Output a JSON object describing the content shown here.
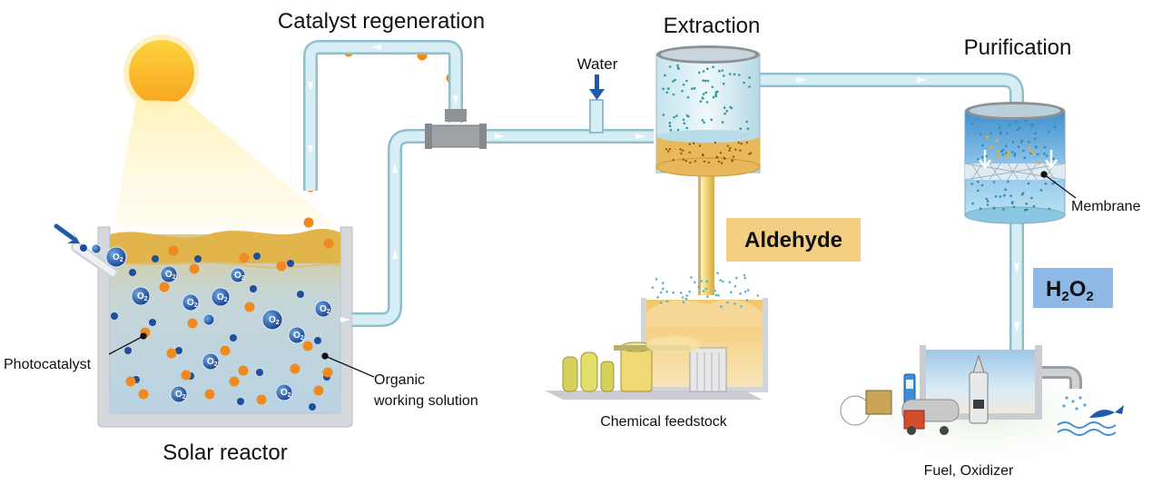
{
  "labels": {
    "catalyst_regeneration": "Catalyst regeneration",
    "extraction": "Extraction",
    "purification": "Purification",
    "water": "Water",
    "aldehyde": "Aldehyde",
    "h2o2_base": "H",
    "h2o2_sub1": "2",
    "h2o2_mid": "O",
    "h2o2_sub2": "2",
    "membrane": "Membrane",
    "photocatalyst": "Photocatalyst",
    "organic_line1": "Organic",
    "organic_line2": "working solution",
    "solar_reactor": "Solar reactor",
    "chemical_feedstock": "Chemical feedstock",
    "fuel_oxidizer": "Fuel, Oxidizer",
    "o2_symbol_base": "O",
    "o2_symbol_sub": "2"
  },
  "colors": {
    "sun": "#f7a823",
    "catalyst_particle": "#f08a1e",
    "o2_bubble": "#1e5aa8",
    "aldehyde_box": "#f3cf84",
    "h2o2_box": "#7aaee0",
    "pipe": "#b9dbe6",
    "organic_liquid": "#c9dbe6",
    "aldehyde_liquid": "#e7b24a"
  }
}
